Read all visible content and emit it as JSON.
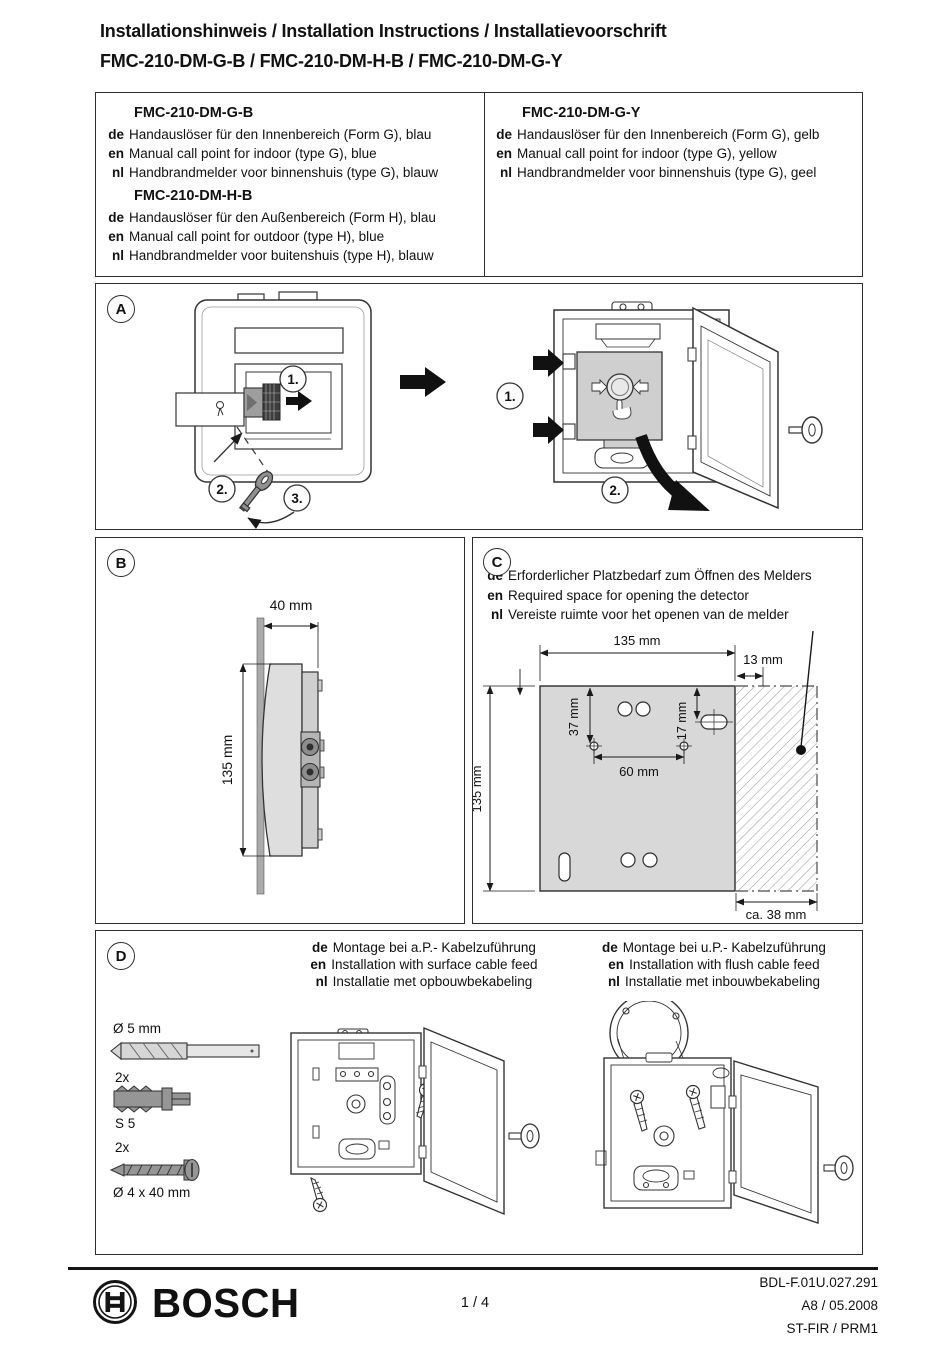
{
  "page": {
    "title": "Installationshinweis / Installation Instructions / Installatievoorschrift",
    "subtitle": "FMC-210-DM-G-B / FMC-210-DM-H-B / FMC-210-DM-G-Y"
  },
  "colors": {
    "ink": "#111111",
    "panel_gray": "#d8d8d8"
  },
  "products": {
    "col1": [
      {
        "model": "FMC-210-DM-G-B",
        "rows": [
          {
            "lang": "de",
            "text": "Handauslöser für den Innenbereich (Form G), blau"
          },
          {
            "lang": "en",
            "text": "Manual call point for indoor (type G), blue"
          },
          {
            "lang": "nl",
            "text": "Handbrandmelder voor binnenshuis (type G), blauw"
          }
        ]
      },
      {
        "model": "FMC-210-DM-H-B",
        "rows": [
          {
            "lang": "de",
            "text": "Handauslöser für den Außenbereich (Form H), blau"
          },
          {
            "lang": "en",
            "text": "Manual call point for outdoor (type H), blue"
          },
          {
            "lang": "nl",
            "text": "Handbrandmelder voor buitenshuis (type H), blauw"
          }
        ]
      }
    ],
    "col2": [
      {
        "model": "FMC-210-DM-G-Y",
        "rows": [
          {
            "lang": "de",
            "text": "Handauslöser für den Innenbereich (Form G), gelb"
          },
          {
            "lang": "en",
            "text": "Manual call point for indoor (type G), yellow"
          },
          {
            "lang": "nl",
            "text": "Handbrandmelder voor binnenshuis (type G), geel"
          }
        ]
      }
    ]
  },
  "sections": {
    "a": {
      "label": "A",
      "front_steps": {
        "s1": "1.",
        "s2": "2.",
        "s3": "3."
      },
      "open_steps": {
        "s1": "1.",
        "s2": "2."
      }
    },
    "b": {
      "label": "B",
      "dims": {
        "depth": "40 mm",
        "height": "135 mm"
      }
    },
    "c": {
      "label": "C",
      "desc": [
        {
          "lang": "de",
          "text": "Erforderlicher Platzbedarf zum Öffnen des Melders"
        },
        {
          "lang": "en",
          "text": "Required space for opening the detector"
        },
        {
          "lang": "nl",
          "text": "Vereiste ruimte voor het openen van de melder"
        }
      ],
      "dims": {
        "width": "135 mm",
        "offset": "13 mm",
        "hole_drop": "37 mm",
        "slot_drop": "17 mm",
        "hole_spacing": "60 mm",
        "height": "135 mm",
        "swing": "ca. 38 mm"
      }
    },
    "d": {
      "label": "D",
      "surface_desc": [
        {
          "lang": "de",
          "text": "Montage bei a.P.- Kabelzuführung"
        },
        {
          "lang": "en",
          "text": "Installation with surface cable feed"
        },
        {
          "lang": "nl",
          "text": "Installatie met opbouwbekabeling"
        }
      ],
      "flush_desc": [
        {
          "lang": "de",
          "text": "Montage bei u.P.- Kabelzuführung"
        },
        {
          "lang": "en",
          "text": "Installation with flush cable feed"
        },
        {
          "lang": "nl",
          "text": "Installatie met inbouwbekabeling"
        }
      ],
      "hardware": {
        "drill": "Ø 5 mm",
        "qty_plugs": "2x",
        "plug": "S 5",
        "qty_screws": "2x",
        "screw": "Ø 4 x 40 mm"
      }
    }
  },
  "footer": {
    "brand": "BOSCH",
    "page_number": "1 / 4",
    "doc_number": "BDL-F.01U.027.291",
    "revision": "A8 / 05.2008",
    "org": "ST-FIR / PRM1"
  }
}
